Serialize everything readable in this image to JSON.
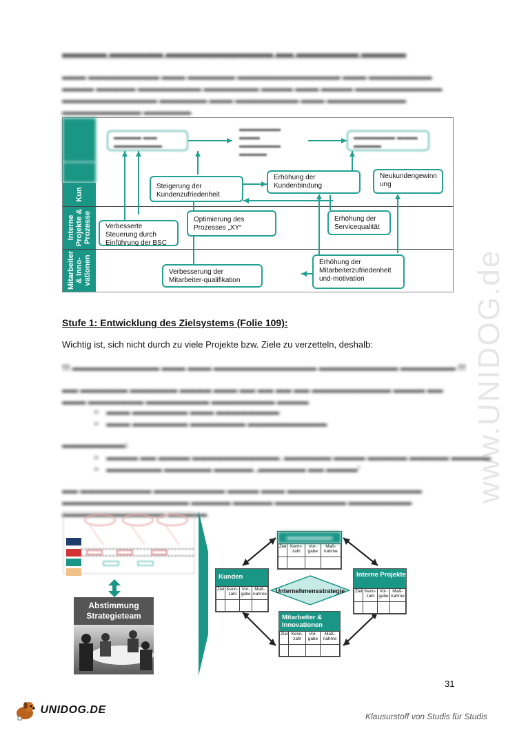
{
  "watermark": "www.UNIDOG.de",
  "diagram1": {
    "rows": [
      {
        "label": "Kun"
      },
      {
        "label": "Interne\nProjekte &\nProzesse"
      },
      {
        "label": "Mitarbeiter\n& Inno-\nvationen"
      }
    ],
    "boxes": {
      "kundenzufriedenheit": "Steigerung der Kundenzufriedenheit",
      "kundenbindung": "Erhöhung der Kundenbindung",
      "neukunden": "Neukundengewinn ung",
      "optimierung": "Optimierung des Prozesses „XY“",
      "servicequalitaet": "Erhöhung der Servicequalität",
      "steuerung": "Verbesserte Steuerung durch Einführung der BSC",
      "qualifikation": "Verbesserung der Mitarbeiter-qualifikation",
      "mitarbeiterzufriedenheit": "Erhöhung der Mitarbeiterzufriedenheit und-motivation"
    }
  },
  "section": {
    "title": "Stufe 1: Entwicklung des Zielsystems (Folie 109):",
    "intro": "Wichtig ist, sich nicht durch zu viele Projekte bzw. Ziele zu verzetteln, deshalb:"
  },
  "bottom_graphic": {
    "team_label": "Abstimmung Strategieteam",
    "center_label": "Unternehmensstrategie",
    "perspectives": {
      "kunden": "Kunden",
      "interne": "Interne Projekte & Prozesse",
      "mitarbeiter": "Mitarbeiter & Innovationen"
    },
    "columns": [
      "Ziel",
      "Kenn-zahl",
      "Vor-gabe",
      "Maß-nahme"
    ]
  },
  "page_number": "31",
  "logo": "UNIDOG.DE",
  "footer": "Klausurstoff von Studis für Studis",
  "colors": {
    "teal": "#1a9686",
    "box_border": "#22a092"
  }
}
